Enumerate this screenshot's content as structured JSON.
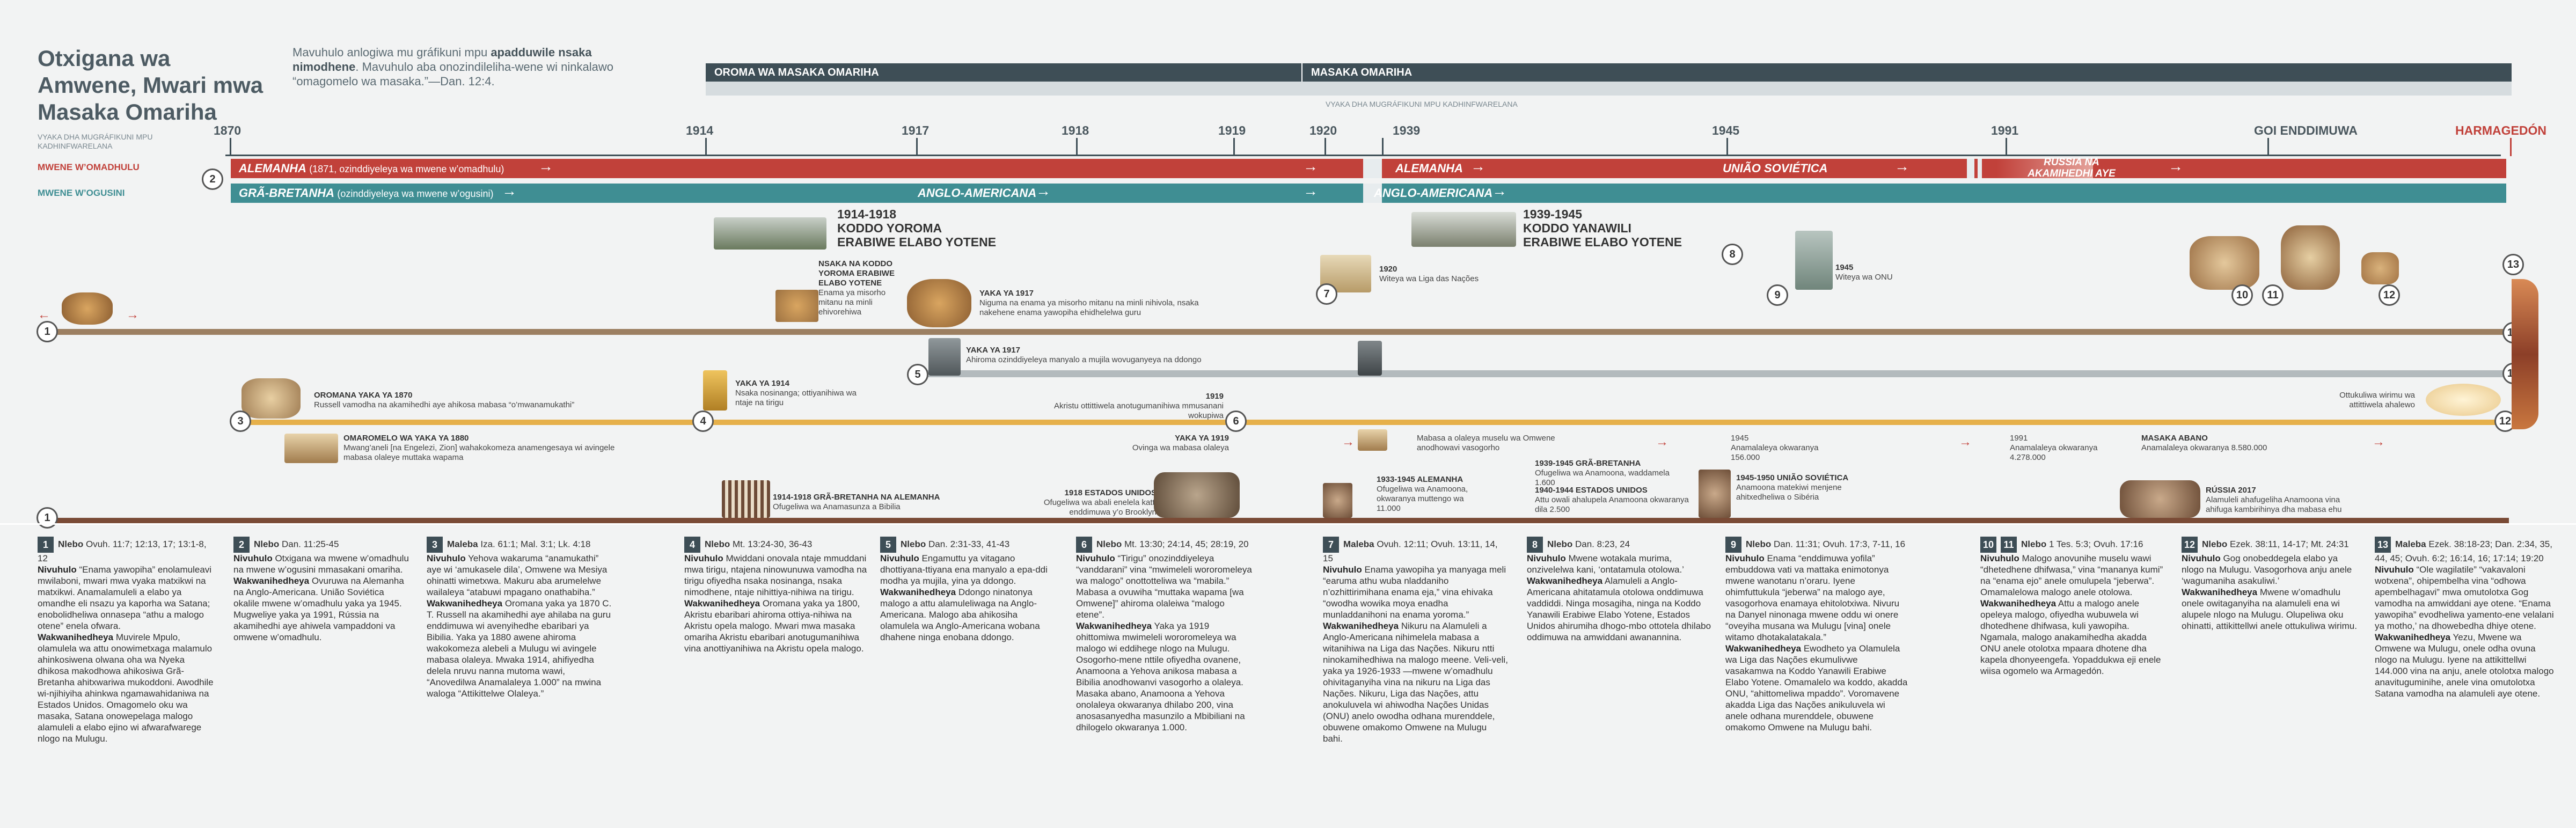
{
  "title": "Otxigana wa Amwene, Mwari mwa Masaka Omariha",
  "subtitle_parts": [
    "Mavuhulo anlogiwa mu gráfikuni mpu ",
    "apadduwile nsaka nimodhene",
    ". Mavuhulo aba onozindileliha-wene wi ninkalawo “omagomelo wa masaka.”—Dan. 12:4."
  ],
  "years_caption": "VYAKA DHA MUGRÁFIKUNI MPU KADHINFWARELANA",
  "years_caption2": "VYAKA DHA MUGRÁFIKUNI MPU KADHINFWARELANA",
  "periods": [
    "OROMA WA MASAKA OMARIHA",
    "MASAKA OMARIHA"
  ],
  "years": [
    "1870",
    "1914",
    "1917",
    "1918",
    "1919",
    "1920",
    "1939",
    "1945",
    "1991",
    "GOI ENDDIMUWA",
    "HARMAGEDÓN"
  ],
  "row_labels": [
    "MWENE W’OMADHULU",
    "MWENE W’OGUSINI"
  ],
  "bands": {
    "red": {
      "a": "ALEMANHA",
      "a_sub": "(1871, ozinddiyeleya wa mwene w’omadhulu)",
      "b": "ALEMANHA",
      "c": "UNIÃO SOVIÉTICA",
      "d": "RUSSIA NA AKAMIHEDHI AYE"
    },
    "teal": {
      "a": "GRÃ-BRETANHA",
      "a_sub": "(ozinddiyeleya wa mwene w’ogusini)",
      "b": "ANGLO-AMERICANA",
      "c": "ANGLO-AMERICANA"
    }
  },
  "events": {
    "ww1": {
      "line1": "1914-1918",
      "line2": "KODDO YOROMA",
      "line3": "ERABIWE ELABO YOTENE"
    },
    "ww2": {
      "line1": "1939-1945",
      "line2": "KODDO YANAWILI",
      "line3": "ERABIWE ELABO YOTENE"
    },
    "nsaka": {
      "h": "NSAKA NA KODDO YOROMA ERABIWE ELABO YOTENE",
      "t": "Enama ya misorho mitanu na minli ehivorehiwa"
    },
    "y1917a": {
      "h": "YAKA YA 1917",
      "t": "Niguma na enama ya misorho mitanu na minli nihivola, nsaka nakehene enama yawopiha ehidhelelwa guru"
    },
    "y1920": {
      "h": "1920",
      "t": "Witeya wa Liga das Nações"
    },
    "y1945un": {
      "h": "1945",
      "t": "Witeya wa ONU"
    },
    "y1917b": {
      "h": "YAKA YA 1917",
      "t": "Ahiroma ozinddiyeleya manyalo a mujila wovuganyeya na ddongo"
    },
    "y1914": {
      "h": "YAKA YA 1914",
      "t": "Nsaka nosinanga; ottiyanihiwa wa ntaje na tirigu"
    },
    "y1870": {
      "h": "OROMANA YAKA YA 1870",
      "t": "Russell vamodha na akamihedhi aye ahikosa mabasa “o’mwanamukathi”"
    },
    "y1919": {
      "h": "1919",
      "t": "Akristu ottittiwela anotugumanihiwa mmusanani wokupiwa"
    },
    "wirimu": {
      "t": "Ottukuliwa wirimu wa attittiwela ahalewo"
    },
    "y1880": {
      "h": "OMAROMELO WA YAKA YA 1880",
      "t": "Mwang’aneli [na Engelezi, Zion] wahakokomeza anamengesaya wi avingele mabasa olaleye muttaka wapama"
    },
    "y1919b": {
      "h": "YAKA YA 1919",
      "t": "Ovinga wa mabasa olaleya"
    },
    "mabasa": {
      "t": "Mabasa a olaleya muselu wa Omwene anodhowavi vasogorho"
    },
    "y1945b": {
      "h": "1945",
      "t": "Anamalaleya okwaranya 156.000"
    },
    "y1991b": {
      "h": "1991",
      "t": "Anamalaleya okwaranya 4.278.000"
    },
    "abano": {
      "h": "MASAKA ABANO",
      "t": "Anamalaleya okwaranya 8.580.000"
    },
    "y1918gb": {
      "h": "1914-1918 GRÃ-BRETANHA NA ALEMANHA",
      "t": "Ofugeliwa wa Anamasunza a Bibilia"
    },
    "y1918us": {
      "h": "1918 ESTADOS UNIDOS",
      "t": "Ofugeliwa wa abali enelela katti enddimuwa y’o Brooklyn"
    },
    "y1933": {
      "h": "1933-1945 ALEMANHA",
      "t": "Ofugeliwa wa Anamoona, okwaranya muttengo wa 11.000"
    },
    "y1939gb": {
      "h": "1939-1945 GRÃ-BRETANHA",
      "t": "Ofugeliwa wa Anamoona, waddamela 1.600"
    },
    "y1940us": {
      "h": "1940-1944 ESTADOS UNIDOS",
      "t": "Attu owali ahalupela Anamoona okwaranya dila 2.500"
    },
    "y1945uss": {
      "h": "1945-1950 UNIÃO SOVIÉTICA",
      "t": "Anamoona matekiwi menjene ahitxedheliwa o Sibéria"
    },
    "russia2017": {
      "h": "RÚSSIA 2017",
      "t": "Alamuleli ahafugeliha Anamoona vina ahifuga kambirihinya dha mabasa ehu"
    }
  },
  "columns": [
    {
      "n": "1",
      "ref": "Nlebo",
      "refs": "Ovuh. 11:7; 12:13, 17; 13:1-8, 12",
      "body": [
        [
          "Nivuhulo",
          "“Enama yawopiha” enolamuleavi mwilaboni, mwari mwa vyaka matxikwi na matxikwi. Anamalamuleli a elabo ya omandhe eli nsazu ya kaporha wa Satana; enobolidheliwa onnasepa “athu a malogo otene” enela ofwara."
        ],
        [
          "Wakwanihedheya",
          "Muvirele Mpulo, olamulela wa attu onowimetxaga malamulo ahinkosiwena olwana oha wa Nyeka dhikosa makodhowa ahikosiwa Grã-Bretanha ahitxwariwa mukoddoni. Awodhile wi-njihiyiha ahinkwa ngamawahidaniwa na Estados Unidos. Omagomelo oku wa masaka, Satana onowepelaga malogo alamuleli a elabo ejino wi afwarafwarege nlogo na Mulugu."
        ]
      ]
    },
    {
      "n": "2",
      "ref": "Nlebo",
      "refs": "Dan. 11:25-45",
      "body": [
        [
          "Nivuhulo",
          "Otxigana wa mwene w’omadhulu na mwene w’ogusini mmasakani omariha."
        ],
        [
          "Wakwanihedheya",
          "Ovuruwa na Alemanha na Anglo-Americana. União Soviética okalile mwene w’omadhulu yaka ya 1945. Mugweliye yaka ya 1991, Rússia na akamihedhi aye ahiwela vampaddoni va omwene w’omadhulu."
        ]
      ]
    },
    {
      "n": "3",
      "ref": "Maleba",
      "refs": "Iza. 61:1; Mal. 3:1; Lk. 4:18",
      "body": [
        [
          "Nivuhulo",
          "Yehova wakaruma “anamukathi” aye wi ‘amukasele dila’, Omwene wa Mesiya ohinatti wimetxwa. Makuru aba arumelelwe wailaleya “atabuwi mpagano onathabiha.”"
        ],
        [
          "Wakwanihedheya",
          "Oromana yaka ya 1870 C. T. Russell na akamihedhi aye ahilaba na guru enddimuwa wi avenyihedhe ebaribari ya Bibilia. Yaka ya 1880 awene ahiroma wakokomeza alebeli a Mulugu wi avingele mabasa olaleya. Mwaka 1914, ahifiyedha delela nruvu nanna mutoma wawi, “Anovedilwa Anamalaleya 1.000” na mwina waloga “Attikittelwe Olaleya.”"
        ]
      ]
    },
    {
      "n": "4",
      "ref": "Nlebo",
      "refs": "Mt. 13:24-30, 36-43",
      "body": [
        [
          "Nivuhulo",
          "Mwiddani onovala ntaje mmuddani mwa tirigu, ntajena ninowunuwa vamodha na tirigu ofiyedha nsaka nosinanga, nsaka nimodhene, ntaje nihittiya-nihiwa na tirigu."
        ],
        [
          "Wakwanihedheya",
          "Oromana yaka ya 1800, Akristu ebaribari ahiroma ottiya-nihiwa na Akristu opela malogo. Mwari mwa masaka omariha Akristu ebaribari anotugumanihiwa vina anottiyanihiwa na Akristu opela malogo."
        ]
      ]
    },
    {
      "n": "5",
      "ref": "Nlebo",
      "refs": "Dan. 2:31-33, 41-43",
      "body": [
        [
          "Nivuhulo",
          "Engamuttu ya vitagano dhottiyana-ttiyana ena manyalo a epa-ddi modha ya mujila, yina ya ddongo."
        ],
        [
          "Wakwanihedheya",
          "Ddongo ninatonya malogo a attu alamuleliwaga na Anglo-Americana. Malogo aba ahikosiha olamulela wa Anglo-Americana wobana dhahene ninga enobana ddongo."
        ]
      ]
    },
    {
      "n": "6",
      "ref": "Nlebo",
      "refs": "Mt. 13:30; 24:14, 45; 28:19, 20",
      "body": [
        [
          "Nivuhulo",
          "“Tirigu” onozinddiyeleya “vanddarani” vina “mwimeleli wororomeleya wa malogo” onottotteliwa wa “mabila.” Mabasa a ovuwiha “muttaka wapama [wa Omwene]” ahiroma olaleiwa “malogo etene”."
        ],
        [
          "Wakwanihedheya",
          "Yaka ya 1919 ohittomiwa mwimeleli wororomeleya wa malogo wi eddihege nlogo na Mulugu. Osogorho-mene nttile ofiyedha ovanene, Anamoona a Yehova anikosa mabasa a Bibilia anodhowanvi vasogorho a olaleya. Masaka abano, Anamoona a Yehova onolaleya okwaranya dhilabo 200, vina anosasanyedha masunzilo a Mbibiliani na dhilogelo okwaranya 1.000."
        ]
      ]
    },
    {
      "n": "7",
      "ref": "Maleba",
      "refs": "Ovuh. 12:11; Ovuh. 13:11, 14, 15",
      "body": [
        [
          "Nivuhulo",
          "Enama yawopiha ya manyaga meli “earuma athu wuba nladdaniho n’ozhittirimihana enama eja,” vina ehivaka “owodha wowika moya enadha munladdanihoni na enama yoroma.”"
        ],
        [
          "Wakwanihedheya",
          "Nikuru na Alamuleli a Anglo-Americana nihimelela mabasa a witanihiwa na Liga das Nações. Nikuru ntti ninokamihedhiwa na malogo meene. Veli-veli, yaka ya 1926-1933 —mwene w’omadhulu ohivitaganyiha vina na nikuru na Liga das Nações. Nikuru, Liga das Nações, attu anokuluvela wi ahiwodha Nações Unidas (ONU) anelo owodha odhana murenddele, obuwene omakomo Omwene na Mulugu bahi."
        ]
      ]
    },
    {
      "n": "8",
      "ref": "Nlebo",
      "refs": "Dan. 8:23, 24",
      "body": [
        [
          "Nivuhulo",
          "Mwene wotakala murima, onzivelelwa kani, ‘ontatamula otolowa.’"
        ],
        [
          "Wakwanihedheya",
          "Alamuleli a Anglo-Americana ahitatamula otolowa onddimuwa vaddiddi. Ninga mosagiha, ninga na Koddo Yanawili Erabiwe Elabo Yotene, Estados Unidos ahirumiha dhogo-mbo ottotela dhilabo oddimuwa na amwiddani awanannina."
        ]
      ]
    },
    {
      "n": "9",
      "ref": "Nlebo",
      "refs": "Dan. 11:31; Ovuh. 17:3, 7-11, 16",
      "body": [
        [
          "Nivuhulo",
          "Enama “enddimuwa yofila” embuddowa vati va mattaka enimotonya mwene wanotanu n’oraru. Iyene ohimfuttukula “jeberwa” na malogo aye, vasogorhova enamaya ehitolotxiwa. Nivuru na Danyel ninonaga mwene oddu wi onere “oveyiha musana wa Mulugu [vina] onele witamo dhotakalatakala.”"
        ],
        [
          "Wakwanihedheya",
          "Ewodheto ya Olamulela wa Liga das Nações ekumulivwe vasakamwa na Koddo Yanawili Erabiwe Elabo Yotene. Omamalelo wa koddo, akadda ONU, “ahittomeliwa mpaddo”. Voromavene akadda Liga das Nações anikuluvela wi anele odhana murenddele, obuwene omakomo Omwene na Mulugu bahi."
        ]
      ]
    },
    {
      "n": "10",
      "n2": "11",
      "ref": "Nlebo",
      "refs": "1 Tes. 5:3; Ovuh. 17:16",
      "body": [
        [
          "Nivuhulo",
          "Malogo anovunihe muselu wawi “dhetedhene dhifwasa,” vina “mananya kumi” na “enama ejo” anele omulupela “jeberwa”. Omamalelowa malogo anele otolowa."
        ],
        [
          "Wakwanihedheya",
          "Attu a malogo anele opeleya malogo, ofiyedha wubuwela wi dhotedhene dhifwasa, kuli yawopiha. Ngamala, malogo anakamihedha akadda ONU anele otolotxa mpaara dhotene dha kapela dhonyeengefa. Yopaddukwa eji enele wiisa ogomelo wa Armagedón."
        ]
      ]
    },
    {
      "n": "12",
      "ref": "Nlebo",
      "refs": "Ezek. 38:11, 14-17; Mt. 24:31",
      "body": [
        [
          "Nivuhulo",
          "Gog onobeddegela elabo ya nlogo na Mulugu. Vasogorhova anju anele ‘wagumaniha asakuliwi.’"
        ],
        [
          "Wakwanihedheya",
          "Mwene w’omadhulu onele owitaganyiha na alamuleli ena wi alupele nlogo na Mulugu. Olupeliwa oku ohinatti, attikittellwi anele ottukuliwa wirimu."
        ]
      ]
    },
    {
      "n": "13",
      "ref": "Maleba",
      "refs": "Ezek. 38:18-23; Dan. 2:34, 35, 44, 45; Ovuh. 6:2; 16:14, 16; 17:14; 19:20",
      "body": [
        [
          "Nivuhulo",
          "“Ole wagilatile” “vakavaloni wotxena”, ohipembelha vina “odhowa apembelhagavi” mwa omutolotxa Gog vamodha na amwiddani aye otene. “Enama yawopiha” evodheliwa yamento-ene velalani ya motho,’ na dhowebedha dhiye otene."
        ],
        [
          "Wakwanihedheya",
          "Yezu, Mwene wa Omwene wa Mulugu, onele odha ovuna nlogo na Mulugu. Iyene na attikittellwi 144.000 vina na anju, anele otolotxa malogo anavituguminihe, anele vina omutolotxa Satana vamodha na alamuleli aye otene."
        ]
      ]
    }
  ],
  "colors": {
    "dark": "#3e4e56",
    "red": "#c1413a",
    "teal": "#3f8e93",
    "brown": "#9c7f61",
    "gold": "#e6b04a",
    "grey": "#b3babd"
  },
  "icons": [
    "lion-icon",
    "tank-icon",
    "soldiers-icon",
    "book-icon",
    "wheat-icon",
    "statue-feet-icon",
    "building-icon",
    "church-icon",
    "arrow-icon"
  ]
}
